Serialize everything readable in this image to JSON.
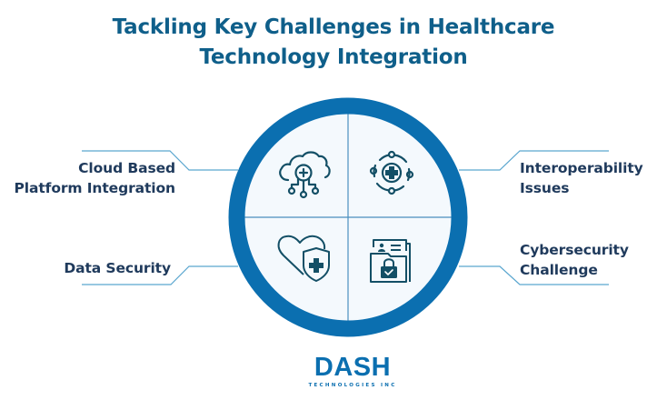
{
  "title": {
    "line1": "Tackling Key Challenges in Healthcare",
    "line2": "Technology Integration"
  },
  "colors": {
    "title": "#0f5f8a",
    "label": "#1f3a5c",
    "ring": "#0b6fb0",
    "inner_fill": "#f4f9fd",
    "divider": "#4a8fbf",
    "connector": "#5aa6cf",
    "icon_stroke": "#134f66"
  },
  "quadrants": [
    {
      "position": "top-left",
      "icon": "cloud-medical-network-icon",
      "label_lines": [
        "Cloud Based",
        "Platform Integration"
      ]
    },
    {
      "position": "top-right",
      "icon": "medical-orbit-nodes-icon",
      "label_lines": [
        "Interoperability",
        "Issues"
      ]
    },
    {
      "position": "bottom-left",
      "icon": "heart-shield-icon",
      "label_lines": [
        "Data Security"
      ]
    },
    {
      "position": "bottom-right",
      "icon": "locked-patient-folder-icon",
      "label_lines": [
        "Cybersecurity",
        "Challenge"
      ]
    }
  ],
  "logo": {
    "wordmark": "DASH",
    "tagline": "TECHNOLOGIES INC"
  }
}
